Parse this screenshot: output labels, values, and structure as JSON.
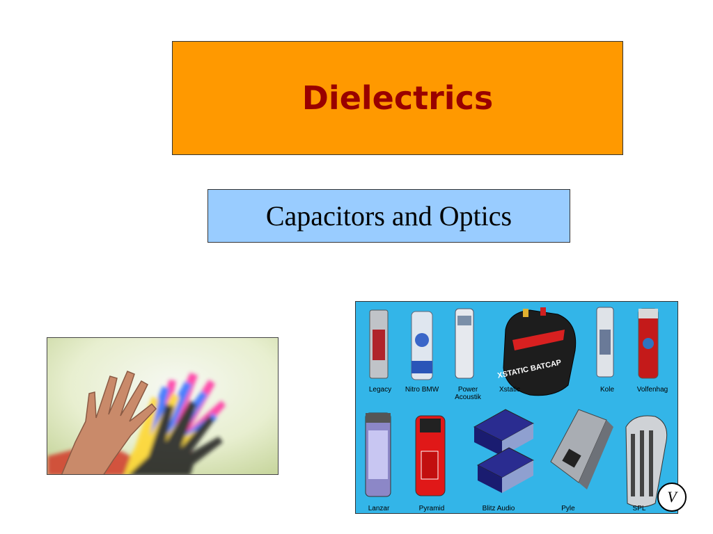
{
  "slide": {
    "title": "Dielectrics",
    "subtitle": "Capacitors and Optics"
  },
  "catalog": {
    "row1": [
      "Legacy",
      "Nitro BMW",
      "Power Acoustik",
      "Xstatic",
      "Kole",
      "Volfenhag"
    ],
    "row2": [
      "Lanzar",
      "Pyramid",
      "Blitz Audio",
      "Pyle",
      "SPL"
    ],
    "xstatic_product_lettering": "XSTATIC BATCAP"
  },
  "photo": {
    "description_icon": "hand-shadow-image"
  },
  "logo": {
    "mark": "V"
  },
  "colors": {
    "title_bg": "#ff9900",
    "title_text": "#990000",
    "subtitle_bg": "#99ccff",
    "catalog_bg": "#33b5e8"
  }
}
